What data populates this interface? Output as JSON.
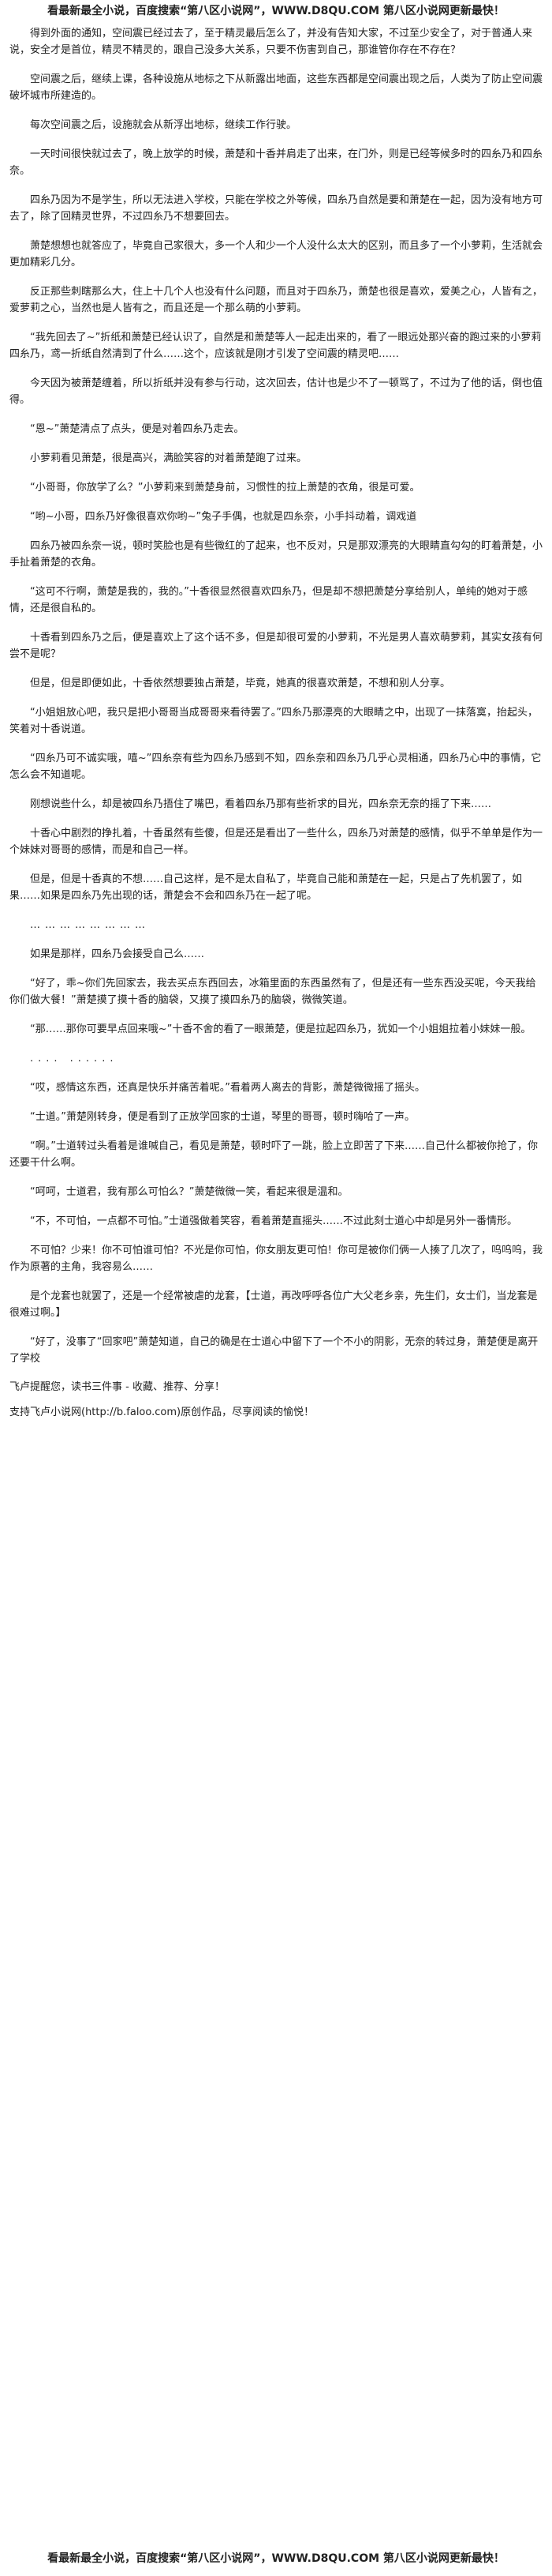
{
  "banner": {
    "text": "看最新最全小说，百度搜索“第八区小说网”，WWW.D8QU.COM 第八区小说网更新最快！"
  },
  "paragraphs": [
    "得到外面的通知，空间震已经过去了，至于精灵最后怎么了，并没有告知大家，不过至少安全了，对于普通人来说，安全才是首位，精灵不精灵的，跟自己没多大关系，只要不伤害到自己，那谁管你存在不存在？",
    "空间震之后，继续上课，各种设施从地标之下从新露出地面，这些东西都是空间震出现之后，人类为了防止空间震破坏城市所建造的。",
    "每次空间震之后，设施就会从新浮出地标，继续工作行驶。",
    "一天时间很快就过去了，晚上放学的时候，萧楚和十香并肩走了出来，在门外，则是已经等候多时的四糸乃和四糸奈。",
    "四糸乃因为不是学生，所以无法进入学校，只能在学校之外等候，四糸乃自然是要和萧楚在一起，因为没有地方可去了，除了回精灵世界，不过四糸乃不想要回去。",
    "萧楚想想也就答应了，毕竟自己家很大，多一个人和少一个人没什么太大的区别，而且多了一个小萝莉，生活就会更加精彩几分。",
    "反正那些刺瞎那么大，住上十几个人也没有什么问题，而且对于四糸乃，萧楚也很是喜欢，爱美之心，人皆有之，爱萝莉之心，当然也是人皆有之，而且还是一个那么萌的小萝莉。",
    "“我先回去了~”折纸和萧楚已经认识了，自然是和萧楚等人一起走出来的，看了一眼远处那兴奋的跑过来的小萝莉四糸乃，鸢一折纸自然清到了什么……这个，应该就是刚才引发了空间震的精灵吧……",
    "今天因为被萧楚缠着，所以折纸并没有参与行动，这次回去，估计也是少不了一顿骂了，不过为了他的话，倒也值得。",
    "“恩~”萧楚清点了点头，便是对着四糸乃走去。",
    "小萝莉看见萧楚，很是高兴，满脸笑容的对着萧楚跑了过来。",
    "“小哥哥，你放学了么？”小萝莉来到萧楚身前，习惯性的拉上萧楚的衣角，很是可爱。",
    "“哟~小哥，四糸乃好像很喜欢你哟~”兔子手偶，也就是四糸奈，小手抖动着，调戏道",
    "四糸乃被四糸奈一说，顿时笑脸也是有些微红的了起来，也不反对，只是那双漂亮的大眼睛直勾勾的盯着萧楚，小手扯着萧楚的衣角。",
    "“这可不行啊，萧楚是我的，我的。”十香很显然很喜欢四糸乃，但是却不想把萧楚分享给别人，单纯的她对于感情，还是很自私的。",
    "十香看到四糸乃之后，便是喜欢上了这个话不多，但是却很可爱的小萝莉，不光是男人喜欢萌萝莉，其实女孩有何尝不是呢？",
    "但是，但是即便如此，十香依然想要独占萧楚，毕竟，她真的很喜欢萧楚，不想和别人分享。",
    "“小姐姐放心吧，我只是把小哥哥当成哥哥来看待罢了。”四糸乃那漂亮的大眼睛之中，出现了一抹落寞，抬起头，笑着对十香说道。",
    "“四糸乃可不诚实哦，嘻~”四糸奈有些为四糸乃感到不知，四糸奈和四糸乃几乎心灵相通，四糸乃心中的事情，它怎么会不知道呢。",
    "刚想说些什么，却是被四糸乃捂住了嘴巴，看着四糸乃那有些祈求的目光，四糸奈无奈的摇了下来……",
    "十香心中剧烈的挣扎着，十香虽然有些傻，但是还是看出了一些什么，四糸乃对萧楚的感情，似乎不单单是作为一个妹妹对哥哥的感情，而是和自己一样。",
    "但是，但是十香真的不想……自己这样，是不是太自私了，毕竟自己能和萧楚在一起，只是占了先机罢了，如果……如果是四糸乃先出现的话，萧楚会不会和四糸乃在一起了呢。",
    "如果是那样，四糸乃会接受自己么……",
    "“好了，乖~你们先回家去，我去买点东西回去，冰箱里面的东西虽然有了，但是还有一些东西没买呢，今天我给你们做大餐！”萧楚摸了摸十香的脑袋，又摸了摸四糸乃的脑袋，微微笑道。",
    "“那……那你可要早点回来哦~”十香不舍的看了一眼萧楚，便是拉起四糸乃，犹如一个小姐姐拉着小妹妹一般。",
    "“哎，感情这东西，还真是快乐并痛苦着呢。”看着两人离去的背影，萧楚微微摇了摇头。",
    "“士道。”萧楚刚转身，便是看到了正放学回家的士道，琴里的哥哥，顿时嗨哈了一声。",
    "“啊。”士道转过头看着是谁喊自己，看见是萧楚，顿时吓了一跳，脸上立即苦了下来……自己什么都被你抢了，你还要干什么啊。",
    "“呵呵，士道君，我有那么可怕么？”萧楚微微一笑，看起来很是温和。",
    "“不，不可怕，一点都不可怕。”士道强做着笑容，看着萧楚直摇头……不过此刻士道心中却是另外一番情形。",
    "不可怕？少来！你不可怕谁可怕？不光是你可怕，你女朋友更可怕！你可是被你们俩一人揍了几次了，呜呜呜，我作为原著的主角，我容易么……",
    "是个龙套也就罢了，还是一个经常被虐的龙套，【士道，再改呼呼各位广大父老乡亲，先生们，女士们，当龙套是很难过啊。】",
    "“好了，没事了“回家吧”萧楚知道，自己的确是在士道心中留下了一个不小的阴影，无奈的转过身，萧楚便是离开了学校"
  ],
  "dots": "……………………",
  "dots2": ".... ......",
  "footer": {
    "reminder": "飞卢提醒您，读书三件事 - 收藏、推荐、分享！",
    "support": "支持飞卢小说网(http://b.faloo.com)原创作品，尽享阅读的愉悦！"
  }
}
